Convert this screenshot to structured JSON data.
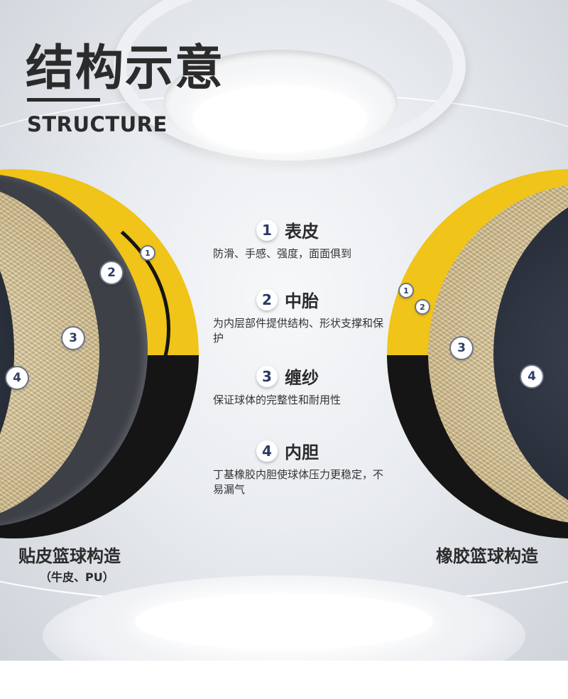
{
  "header": {
    "title_cn": "结构示意",
    "title_en": "STRUCTURE"
  },
  "layers": [
    {
      "num": "1",
      "name": "表皮",
      "desc": "防滑、手感、强度，面面俱到"
    },
    {
      "num": "2",
      "name": "中胎",
      "desc": "为内层部件提供结构、形状支撑和保护"
    },
    {
      "num": "3",
      "name": "缠纱",
      "desc": "保证球体的完整性和耐用性"
    },
    {
      "num": "4",
      "name": "内胆",
      "desc": "丁基橡胶内胆使球体压力更稳定，不易漏气"
    }
  ],
  "left_ball": {
    "caption": "贴皮篮球构造",
    "sub_caption": "（牛皮、PU）",
    "badges": [
      "1",
      "2",
      "3",
      "4"
    ]
  },
  "right_ball": {
    "caption": "橡胶篮球构造",
    "badges": [
      "1",
      "2",
      "3",
      "4"
    ]
  },
  "colors": {
    "ball_yellow": "#f0c418",
    "ball_black": "#151515",
    "fabric": "#d6c49a",
    "shell_gray": "#3d4047",
    "badge_text": "#2f3d66",
    "heading": "#2b2b2b"
  }
}
